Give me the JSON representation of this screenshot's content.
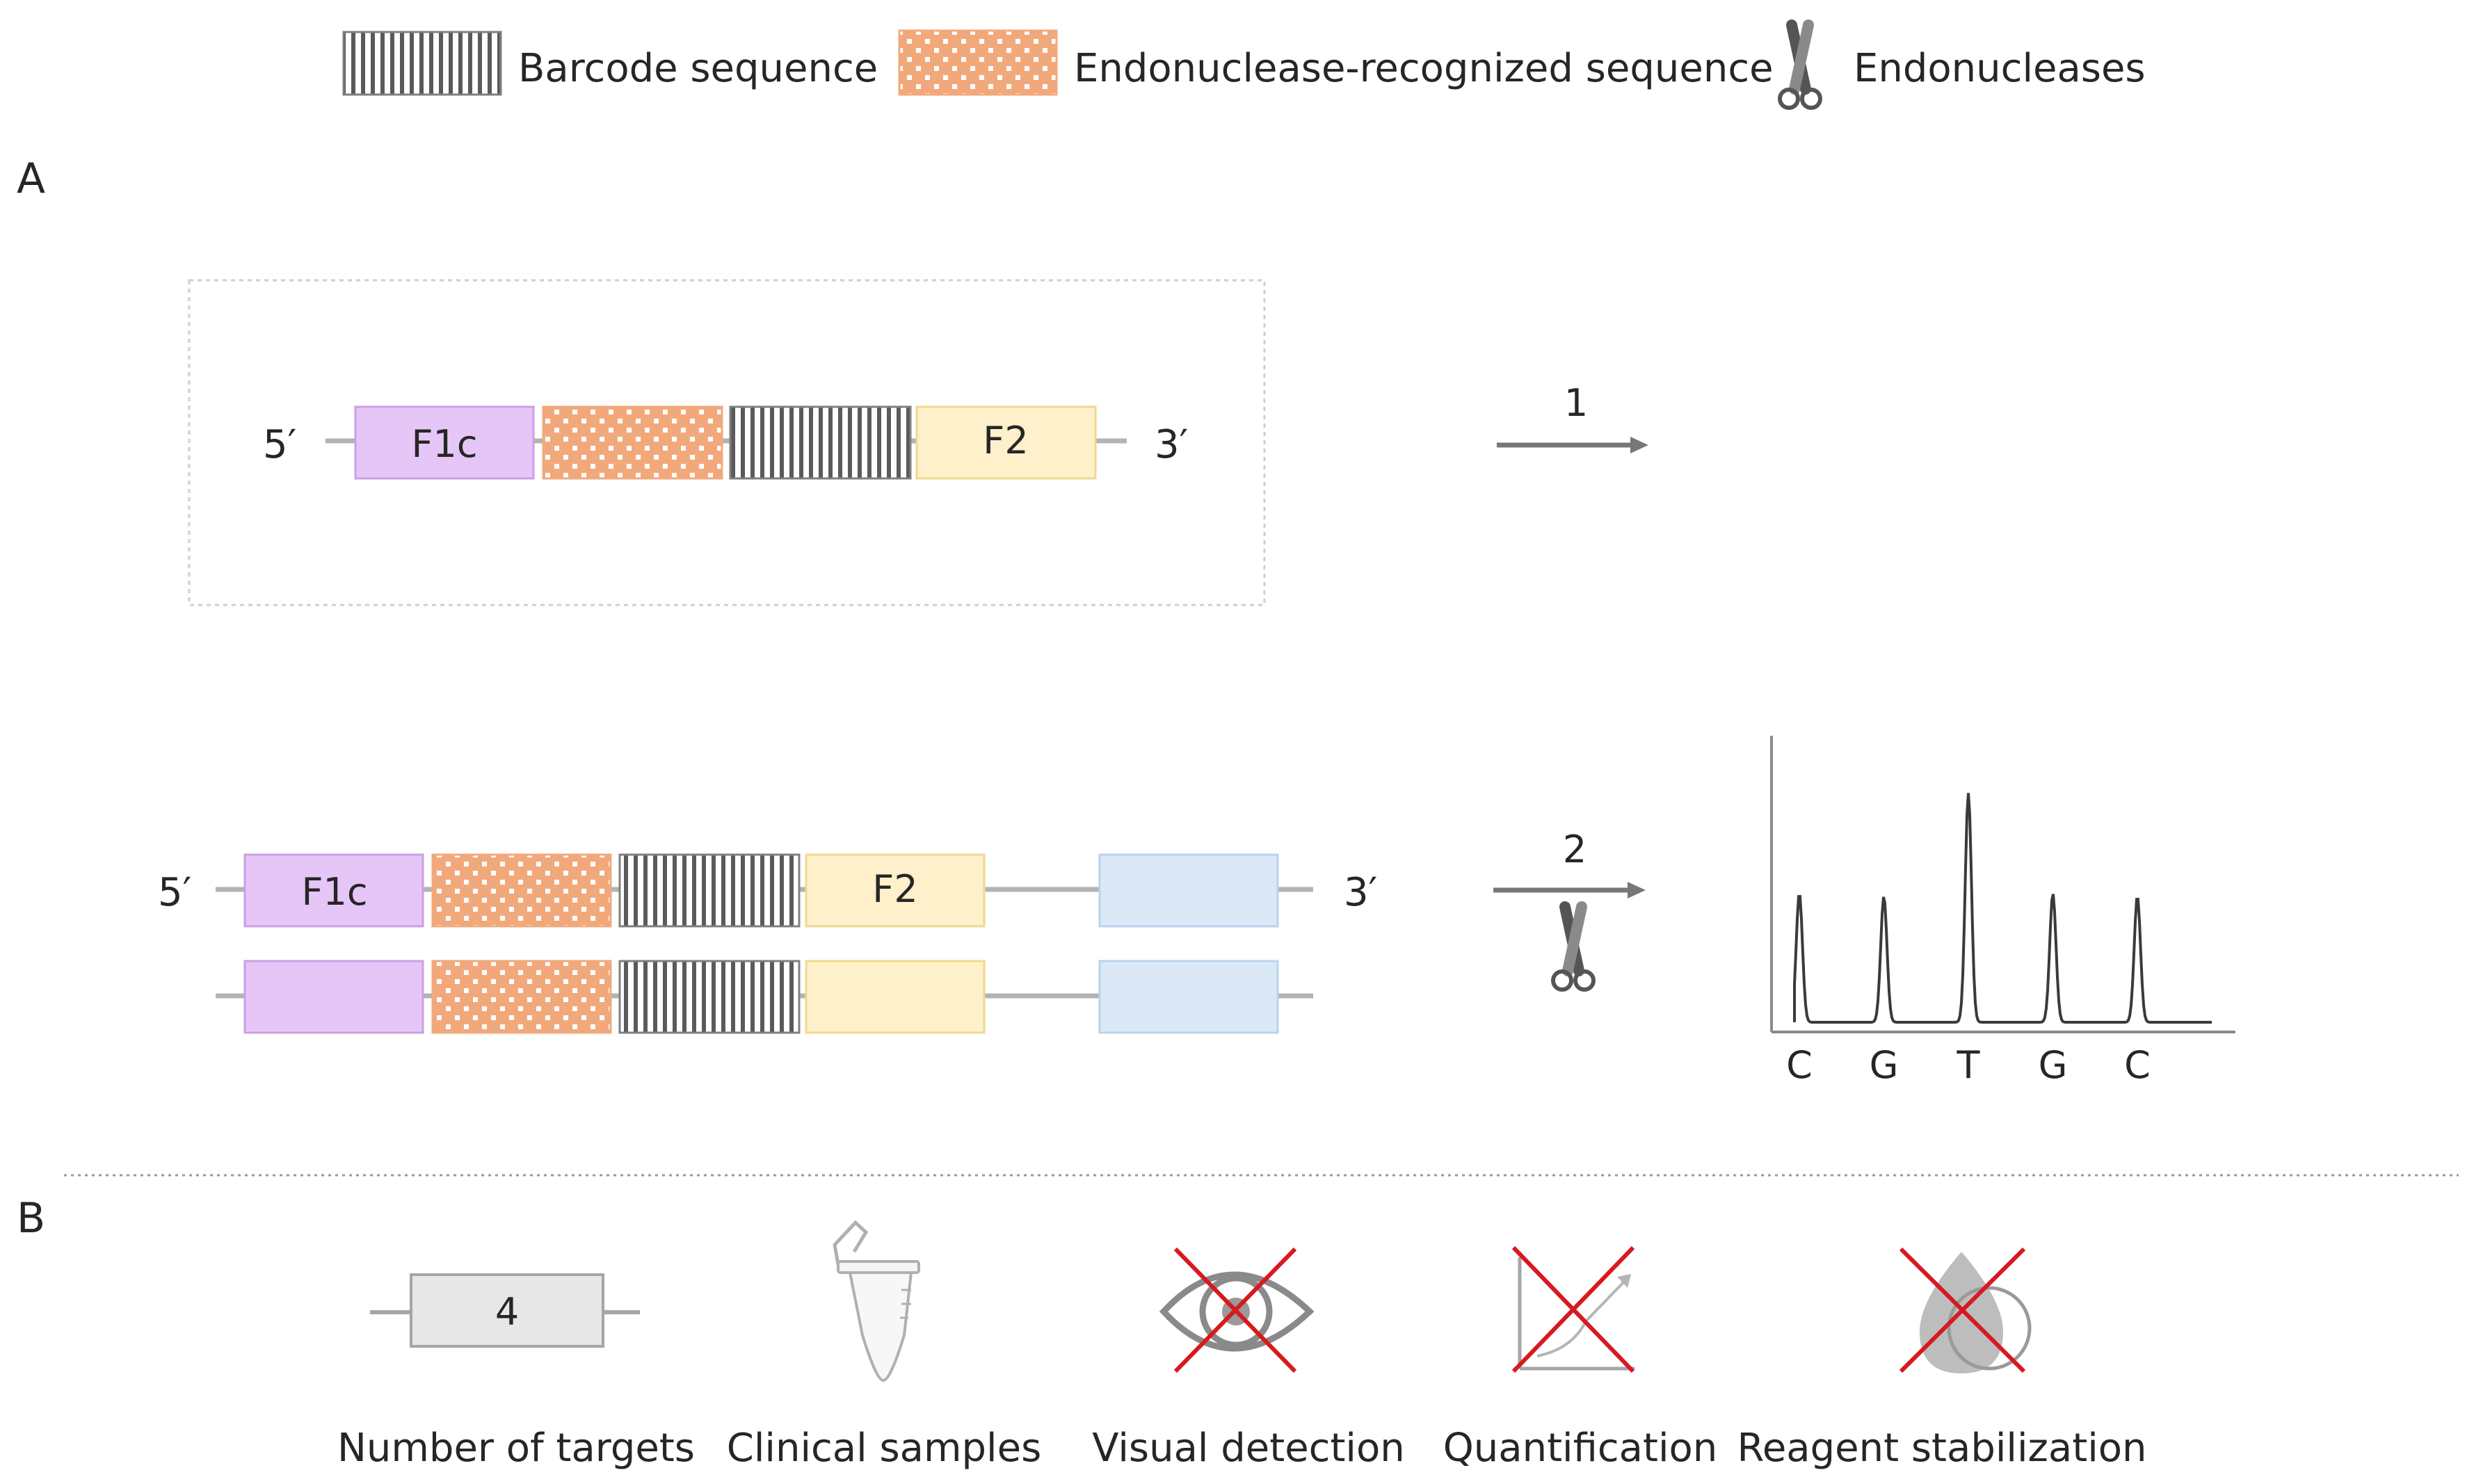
{
  "legend": {
    "barcode_label": "Barcode sequence",
    "endonuclease_seq_label": "Endonuclease-recognized sequence",
    "endonucleases_label": "Endonucleases",
    "barcode_icon": "barcode-pattern",
    "endo_seq_icon": "checker-pattern",
    "endonucleases_icon": "scissors-icon"
  },
  "panel_a": {
    "label": "A",
    "construct": {
      "five_prime": "5′",
      "three_prime": "3′",
      "f1c_label": "F1c",
      "f2_label": "F2"
    },
    "step1_label": "1",
    "duplex": {
      "five_prime": "5′",
      "three_prime": "3′",
      "f1c_label": "F1c",
      "f2_label": "F2"
    },
    "step2_label": "2",
    "chart_data": {
      "type": "line",
      "title": "",
      "xlabel": "",
      "ylabel": "",
      "categories": [
        "C",
        "G",
        "T",
        "G",
        "C"
      ],
      "values": [
        0.45,
        0.44,
        0.8,
        0.45,
        0.44
      ],
      "note_scale": "relative peak heights"
    }
  },
  "panel_b": {
    "label": "B",
    "items": [
      {
        "label": "Number of targets",
        "value": "4",
        "icon": "target-count-box",
        "crossed": false
      },
      {
        "label": "Clinical samples",
        "icon": "tube-icon",
        "crossed": false
      },
      {
        "label": "Visual detection",
        "icon": "eye-icon",
        "crossed": true
      },
      {
        "label": "Quantification",
        "icon": "graph-icon",
        "crossed": true
      },
      {
        "label": "Reagent stabilization",
        "icon": "droplet-icon",
        "crossed": true
      }
    ]
  },
  "colors": {
    "f1c": "#e6c6f7",
    "f1c_border": "#c9a0e6",
    "f2": "#fdf0cb",
    "f2_border": "#f1d98c",
    "blue_block": "#dbe9f7",
    "blue_border": "#b8d3ee",
    "checker_orange": "#f1a97c",
    "barcode_gray": "#555555",
    "line_gray": "#b3b3b3",
    "cross_red": "#d71920"
  }
}
